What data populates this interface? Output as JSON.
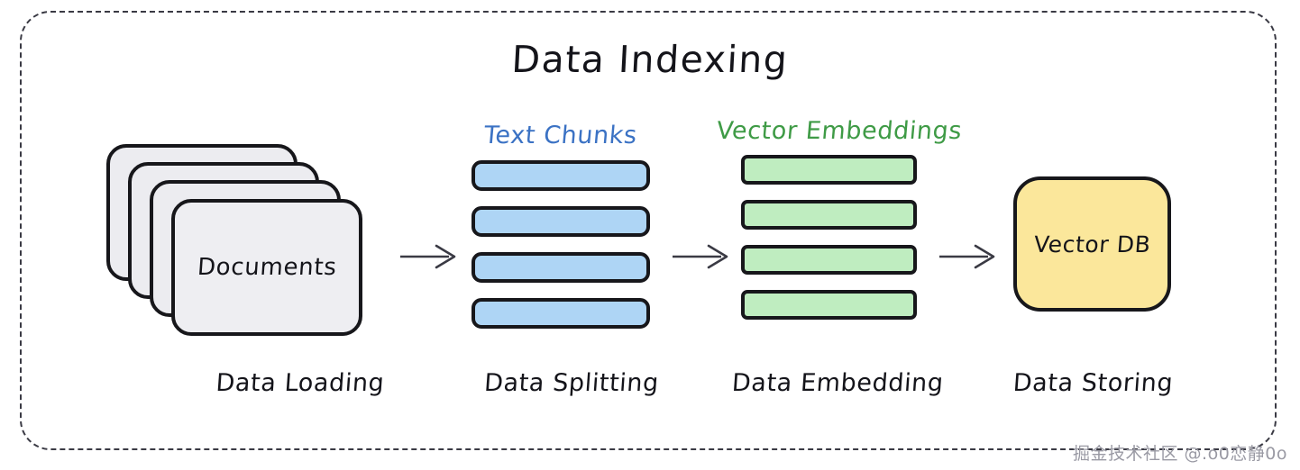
{
  "title": "Data Indexing",
  "frame": {
    "style": "dashed-rounded-border"
  },
  "columns": {
    "documents": {
      "label": "Documents",
      "stage_label": "Data Loading",
      "card_count": 4,
      "fill_color": "#ececf0",
      "stroke_color": "#17171b"
    },
    "text_chunks": {
      "heading": "Text Chunks",
      "heading_color": "#3b72c4",
      "stage_label": "Data Splitting",
      "bar_count": 4,
      "fill_color": "#aed5f5",
      "stroke_color": "#17171b"
    },
    "vector_embeddings": {
      "heading": "Vector Embeddings",
      "heading_color": "#3f9b46",
      "stage_label": "Data Embedding",
      "bar_count": 4,
      "fill_color": "#bfedc0",
      "stroke_color": "#17171b"
    },
    "vector_db": {
      "label": "Vector DB",
      "stage_label": "Data Storing",
      "fill_color": "#fbe79b",
      "stroke_color": "#17171b"
    }
  },
  "arrows": [
    {
      "name": "documents-to-chunks",
      "direction": "right"
    },
    {
      "name": "chunks-to-embeddings",
      "direction": "right"
    },
    {
      "name": "embeddings-to-db",
      "direction": "right"
    }
  ],
  "watermark": "掘金技术社区 @.o0恋静0o"
}
